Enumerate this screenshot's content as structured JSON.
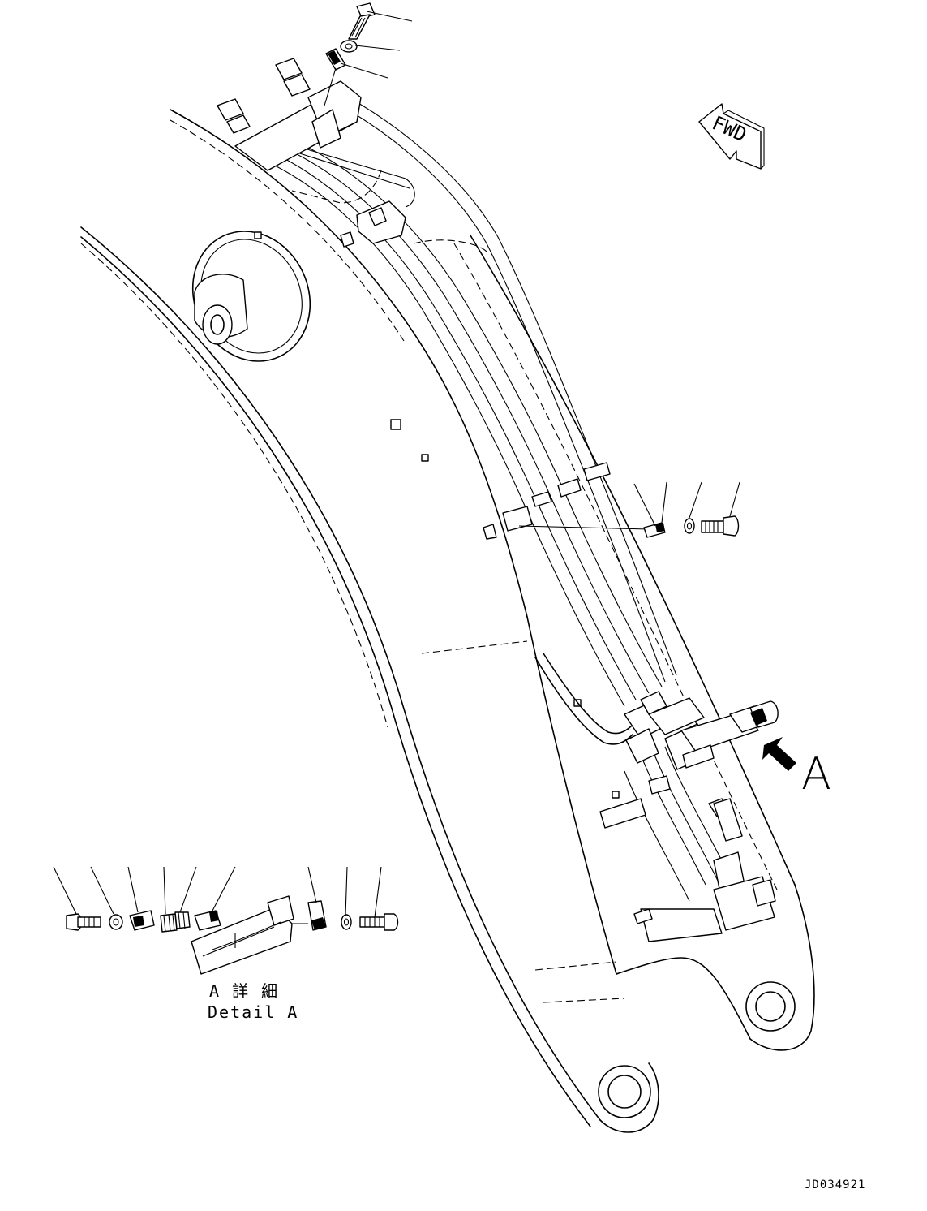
{
  "drawing": {
    "direction_label": "FWD",
    "view_marker": "A",
    "detail_title_jp": "A 詳 細",
    "detail_title_en": "Detail A",
    "drawing_code": "JD034921"
  }
}
